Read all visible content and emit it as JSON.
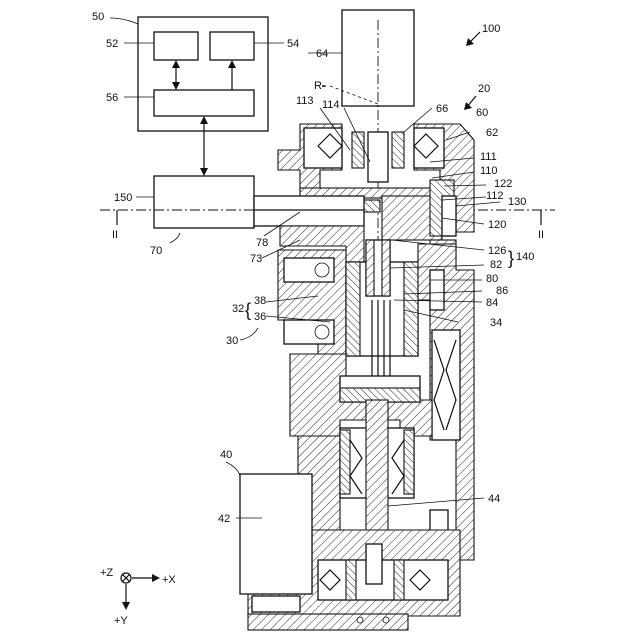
{
  "figure": {
    "reference_labels": {
      "r100": "100",
      "r20": "20",
      "r60": "60",
      "r62": "62",
      "r64": "64",
      "r66": "66",
      "r50": "50",
      "r52": "52",
      "r54": "54",
      "r56": "56",
      "rR": "R",
      "r113": "113",
      "r114": "114",
      "r111": "111",
      "r110": "110",
      "r122": "122",
      "r112": "112",
      "r130": "130",
      "r120": "120",
      "r150": "150",
      "r70": "70",
      "r78": "78",
      "r73": "73",
      "r126": "126",
      "r82": "82",
      "r140": "140",
      "r80": "80",
      "r86": "86",
      "r84": "84",
      "r34": "34",
      "r32": "32",
      "r38": "38",
      "r36": "36",
      "r30": "30",
      "r40": "40",
      "r42": "42",
      "r44": "44",
      "secL": "II",
      "secR": "II"
    },
    "axes": {
      "z": "+Z",
      "x": "+X",
      "y": "+Y"
    }
  }
}
